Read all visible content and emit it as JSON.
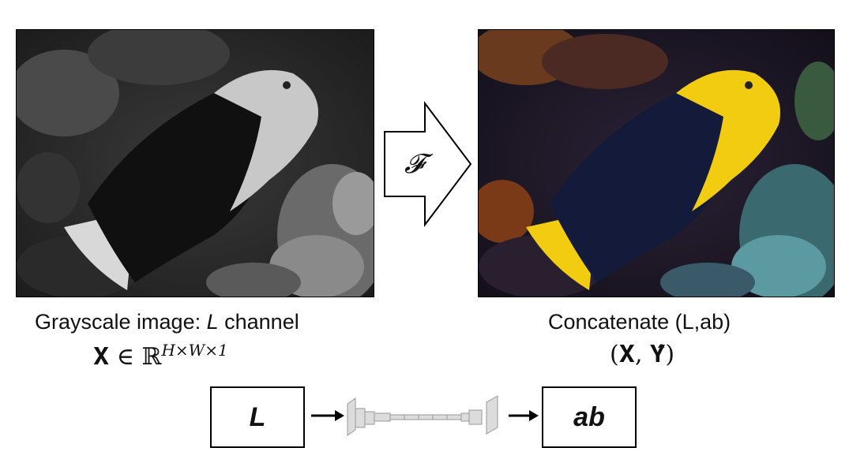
{
  "captions": {
    "left_prefix": "Grayscale image: ",
    "left_italic": "L",
    "left_suffix": " channel",
    "right": "Concatenate (L,ab)"
  },
  "math": {
    "left": "𝐗 ∈ ℝ",
    "left_superscript": "H×W×1",
    "right": "(𝐗, 𝐘̂)"
  },
  "arrow_symbol": "𝓕",
  "pipeline": {
    "input_label": "L",
    "output_label": "ab"
  },
  "colors": {
    "fish_yellow": "#f2cc10",
    "fish_body": "#141a3a",
    "network_fill": "#dcdcdc"
  }
}
